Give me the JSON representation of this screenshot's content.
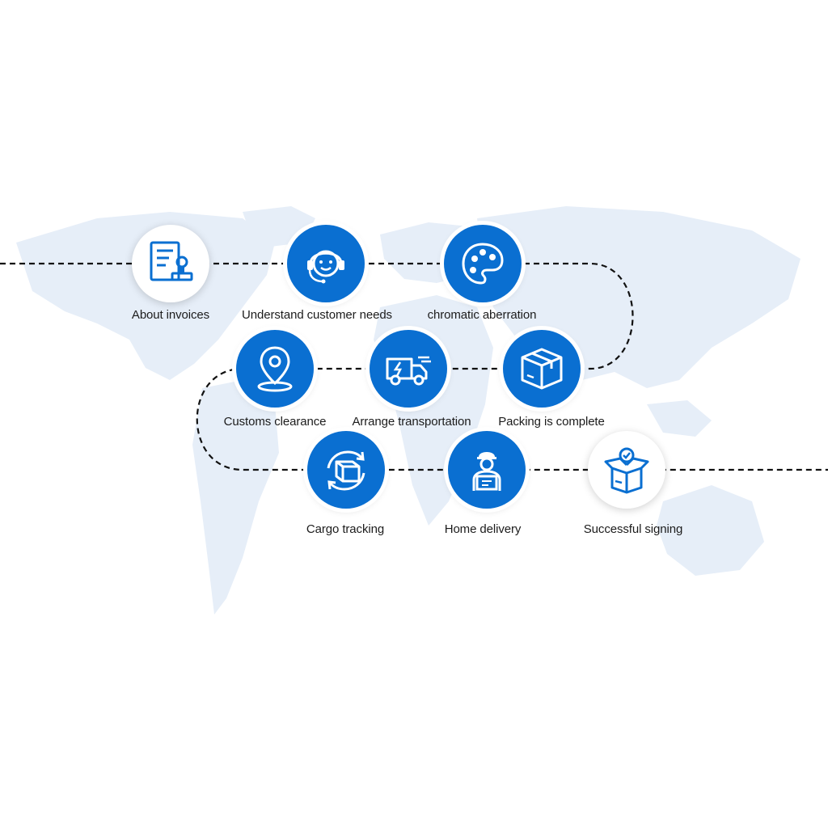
{
  "colors": {
    "accent": "#0a6fd1",
    "map": "#e6eef8",
    "path": "#111111",
    "label": "#1c1c1c"
  },
  "steps": [
    {
      "label": "About invoices",
      "icon": "invoice-stamp-icon"
    },
    {
      "label": "Understand customer needs",
      "icon": "headset-agent-icon"
    },
    {
      "label": "chromatic aberration",
      "icon": "palette-icon"
    },
    {
      "label": "Packing is complete",
      "icon": "package-box-icon"
    },
    {
      "label": "Arrange transportation",
      "icon": "delivery-truck-icon"
    },
    {
      "label": "Customs clearance",
      "icon": "location-pin-icon"
    },
    {
      "label": "Cargo tracking",
      "icon": "box-tracking-icon"
    },
    {
      "label": "Home delivery",
      "icon": "courier-icon"
    },
    {
      "label": "Successful signing",
      "icon": "open-box-check-icon"
    }
  ]
}
